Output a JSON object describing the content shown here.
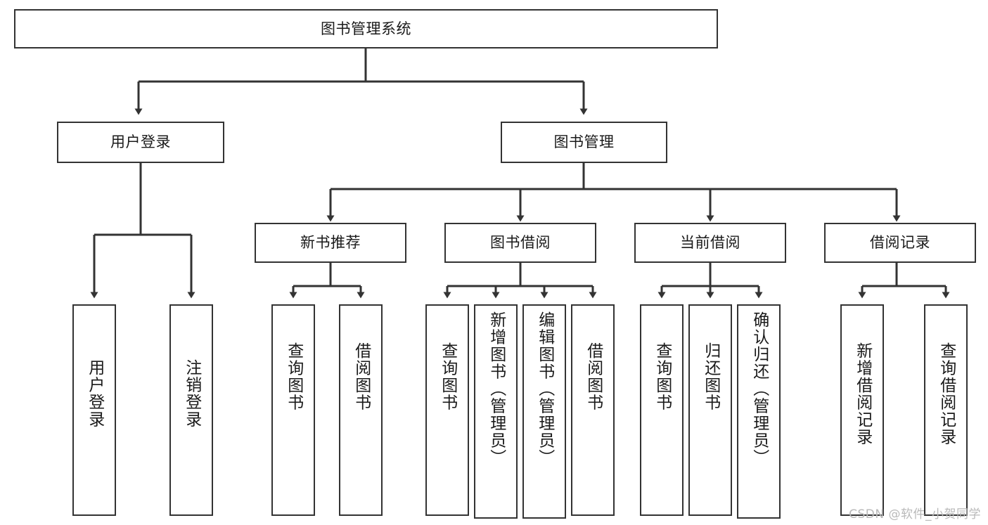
{
  "diagram": {
    "title": "图书管理系统",
    "watermark": "CSDN @软件_小贺同学",
    "line_color": "#333333",
    "box_border_color": "#333333",
    "box_fill_color": "#ffffff",
    "text_color": "#1a1a1a",
    "nodes": {
      "root": "图书管理系统",
      "level2": {
        "user_login": "用户登录",
        "book_manage": "图书管理"
      },
      "level3": {
        "new_book_recommend": "新书推荐",
        "book_borrow": "图书借阅",
        "current_borrow": "当前借阅",
        "borrow_record": "借阅记录"
      },
      "leaves": {
        "user_login_1": "用户登录",
        "user_login_2": "注销登录",
        "recommend_1": "查询图书",
        "recommend_2": "借阅图书",
        "borrow_1": "查询图书",
        "borrow_2": "新增图书（管理员）",
        "borrow_3": "编辑图书（管理员）",
        "borrow_4": "借阅图书",
        "current_1": "查询图书",
        "current_2": "归还图书",
        "current_3": "确认归还（管理员）",
        "record_1": "新增借阅记录",
        "record_2": "查询借阅记录"
      }
    }
  },
  "chart_data": {
    "type": "tree-diagram",
    "title": "图书管理系统",
    "description": "Hierarchical function structure chart of a Library Management System",
    "tree": {
      "label": "图书管理系统",
      "children": [
        {
          "label": "用户登录",
          "children": [
            {
              "label": "用户登录",
              "children": []
            },
            {
              "label": "注销登录",
              "children": []
            }
          ]
        },
        {
          "label": "图书管理",
          "children": [
            {
              "label": "新书推荐",
              "children": [
                {
                  "label": "查询图书",
                  "children": []
                },
                {
                  "label": "借阅图书",
                  "children": []
                }
              ]
            },
            {
              "label": "图书借阅",
              "children": [
                {
                  "label": "查询图书",
                  "children": []
                },
                {
                  "label": "新增图书（管理员）",
                  "children": []
                },
                {
                  "label": "编辑图书（管理员）",
                  "children": []
                },
                {
                  "label": "借阅图书",
                  "children": []
                }
              ]
            },
            {
              "label": "当前借阅",
              "children": [
                {
                  "label": "查询图书",
                  "children": []
                },
                {
                  "label": "归还图书",
                  "children": []
                },
                {
                  "label": "确认归还（管理员）",
                  "children": []
                }
              ]
            },
            {
              "label": "借阅记录",
              "children": [
                {
                  "label": "新增借阅记录",
                  "children": []
                },
                {
                  "label": "查询借阅记录",
                  "children": []
                }
              ]
            }
          ]
        }
      ]
    },
    "depth": 4,
    "node_count": 20,
    "orientation": "top-down",
    "edge_style": "orthogonal-with-arrowheads"
  }
}
